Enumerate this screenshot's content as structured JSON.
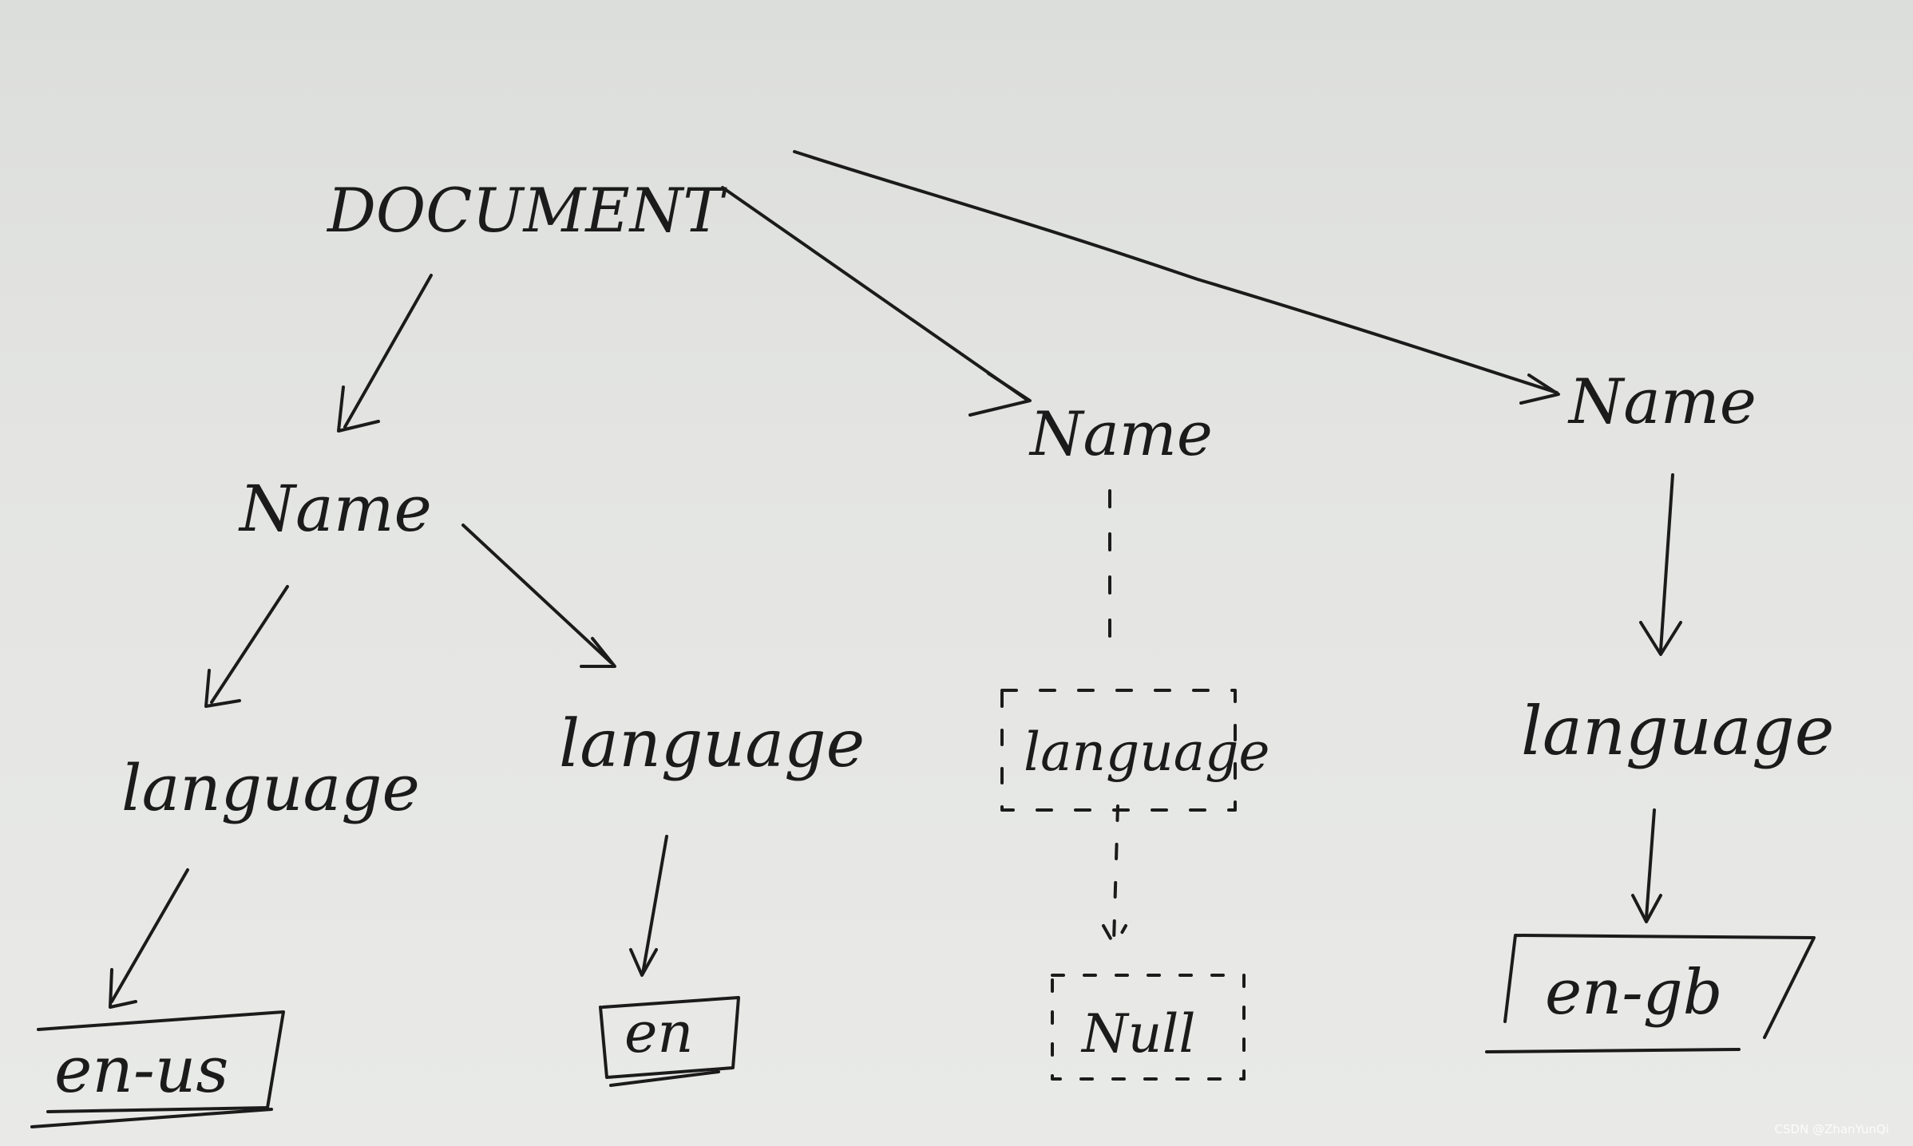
{
  "diagram": {
    "root": "DOCUMENT",
    "branches": [
      {
        "name": "Name",
        "languages": [
          {
            "label": "language",
            "value": "en-us"
          },
          {
            "label": "language",
            "value": "en"
          }
        ]
      },
      {
        "name": "Name",
        "dashed": true,
        "languages": [
          {
            "label": "language",
            "value": "Null",
            "dashed": true
          }
        ]
      },
      {
        "name": "Name",
        "languages": [
          {
            "label": "language",
            "value": "en-gb"
          }
        ]
      }
    ]
  },
  "watermark": "CSDN @ZhanYunQi",
  "colors": {
    "ink": "#1b1b1b",
    "paper": "#e4e5e3"
  }
}
